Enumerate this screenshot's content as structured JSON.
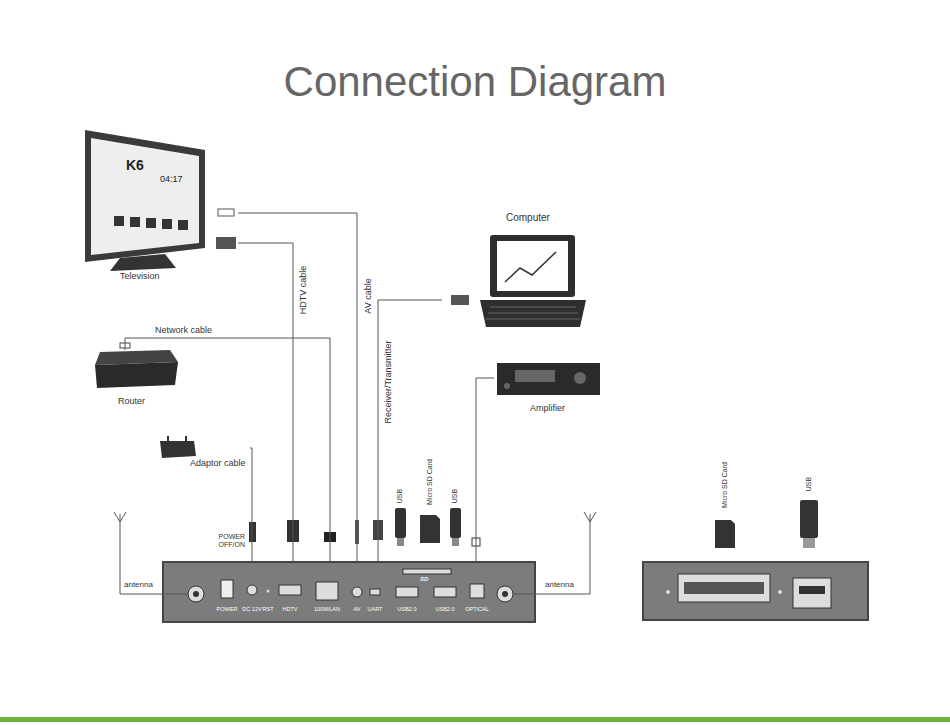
{
  "diagram": {
    "title": "Connection Diagram",
    "nodes": [
      {
        "text": [
          "Television"
        ]
      },
      {
        "text": [
          "Computer"
        ]
      },
      {
        "text": [
          "Router"
        ]
      },
      {
        "text": [
          "Amplifier"
        ]
      },
      {
        "text": [
          "Adaptor cable"
        ]
      },
      {
        "text": [
          "POWER",
          "DC 12V",
          "RST",
          "HDTV",
          "100M/LAN",
          "AV",
          "UART",
          "USB2.0",
          "USB2.0",
          "OPTICAL"
        ]
      }
    ],
    "edges": [
      {
        "from": 5,
        "to": 0,
        "label": "HDTV cable",
        "arrow": "none"
      },
      {
        "from": 5,
        "to": 0,
        "label": "AV cable",
        "arrow": "none"
      },
      {
        "from": 5,
        "to": 2,
        "label": "Network cable",
        "arrow": "none"
      },
      {
        "from": 5,
        "to": 1,
        "label": "Receiver/Transmitter",
        "arrow": "none"
      },
      {
        "from": 5,
        "to": 3,
        "arrow": "none"
      },
      {
        "from": 4,
        "to": 5,
        "arrow": "none"
      }
    ],
    "labels": [
      "K6",
      "04:17",
      "POWER OFF/ON",
      "antenna",
      "antenna",
      "USB",
      "Micro SD Card",
      "USB",
      "SD",
      "Micro SD Card",
      "USB"
    ]
  }
}
